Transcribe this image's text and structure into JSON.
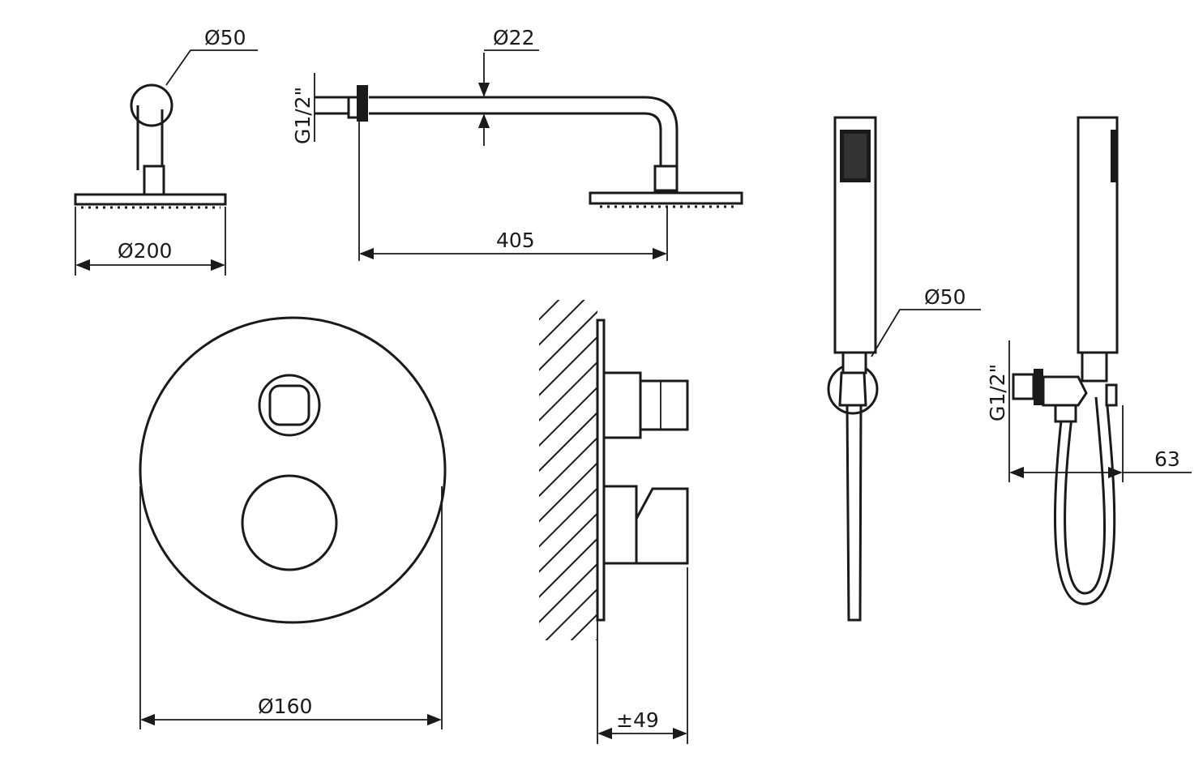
{
  "title": "Shower set technical drawing",
  "dimensions": {
    "head_wall_flange_dia": "Ø50",
    "arm_pipe_dia": "Ø22",
    "arm_thread": "G1/2\"",
    "arm_length": "405",
    "head_dia": "Ø200",
    "bracket_dia": "Ø50",
    "outlet_thread": "G1/2\"",
    "outlet_projection": "63",
    "mixer_plate_dia": "Ø160",
    "mixer_depth": "±49"
  },
  "colors": {
    "line": "#1a1a1a",
    "background": "#ffffff"
  }
}
